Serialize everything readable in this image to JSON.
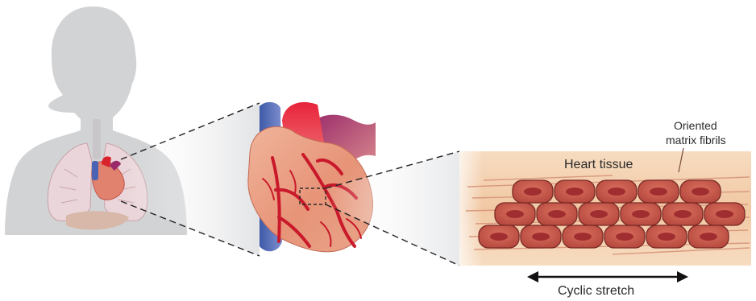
{
  "labels": {
    "heart_tissue": "Heart tissue",
    "oriented_line1": "Oriented",
    "oriented_line2": "matrix fibrils",
    "cyclic_stretch": "Cyclic stretch"
  },
  "colors": {
    "silhouette": "#d2d3d5",
    "lung": "#ead6da",
    "heart_red": "#d8222c",
    "vessel_blue": "#4a63b3",
    "tissue_bg": "#f3cba6",
    "cell_fill": "#c7574a",
    "nucleus": "#a02e30",
    "fibril": "#d99a7e"
  },
  "icons": [
    "human-silhouette",
    "heart-illustration",
    "cell-tissue-illustration",
    "double-arrow"
  ]
}
